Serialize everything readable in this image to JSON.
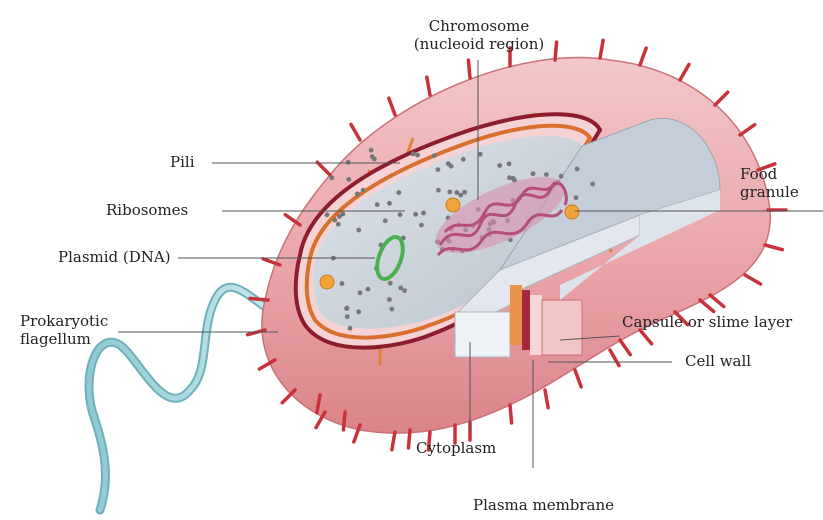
{
  "labels": {
    "chromosome": "Chromosome",
    "nucleoid": "(nucleoid region)",
    "pili": "Pili",
    "ribosomes": "Ribosomes",
    "plasmid": "Plasmid (DNA)",
    "flagellum_1": "Prokaryotic",
    "flagellum_2": "flagellum",
    "food_1": "Food",
    "food_2": "granule",
    "capsule": "Capsule or slime layer",
    "cell_wall": "Cell wall",
    "cytoplasm": "Cytoplasm",
    "plasma_membrane": "Plasma membrane"
  },
  "colors": {
    "capsule": "#eaa3a6",
    "capsule_dark": "#d98489",
    "capsule_light": "#f6d6d6",
    "pili_spike": "#c8323a",
    "pili_orange": "#e0813c",
    "cell_wall": "#8b1d2c",
    "membrane": "#d8702f",
    "cytoplasm": "#cfd6de",
    "cut_face": "#e4e8ee",
    "chromosome": "#c55e8c",
    "plasmid": "#4caf50",
    "ribosome": "#777777",
    "food_granule": "#f2a43a",
    "flagellum": "#a9d7df"
  }
}
